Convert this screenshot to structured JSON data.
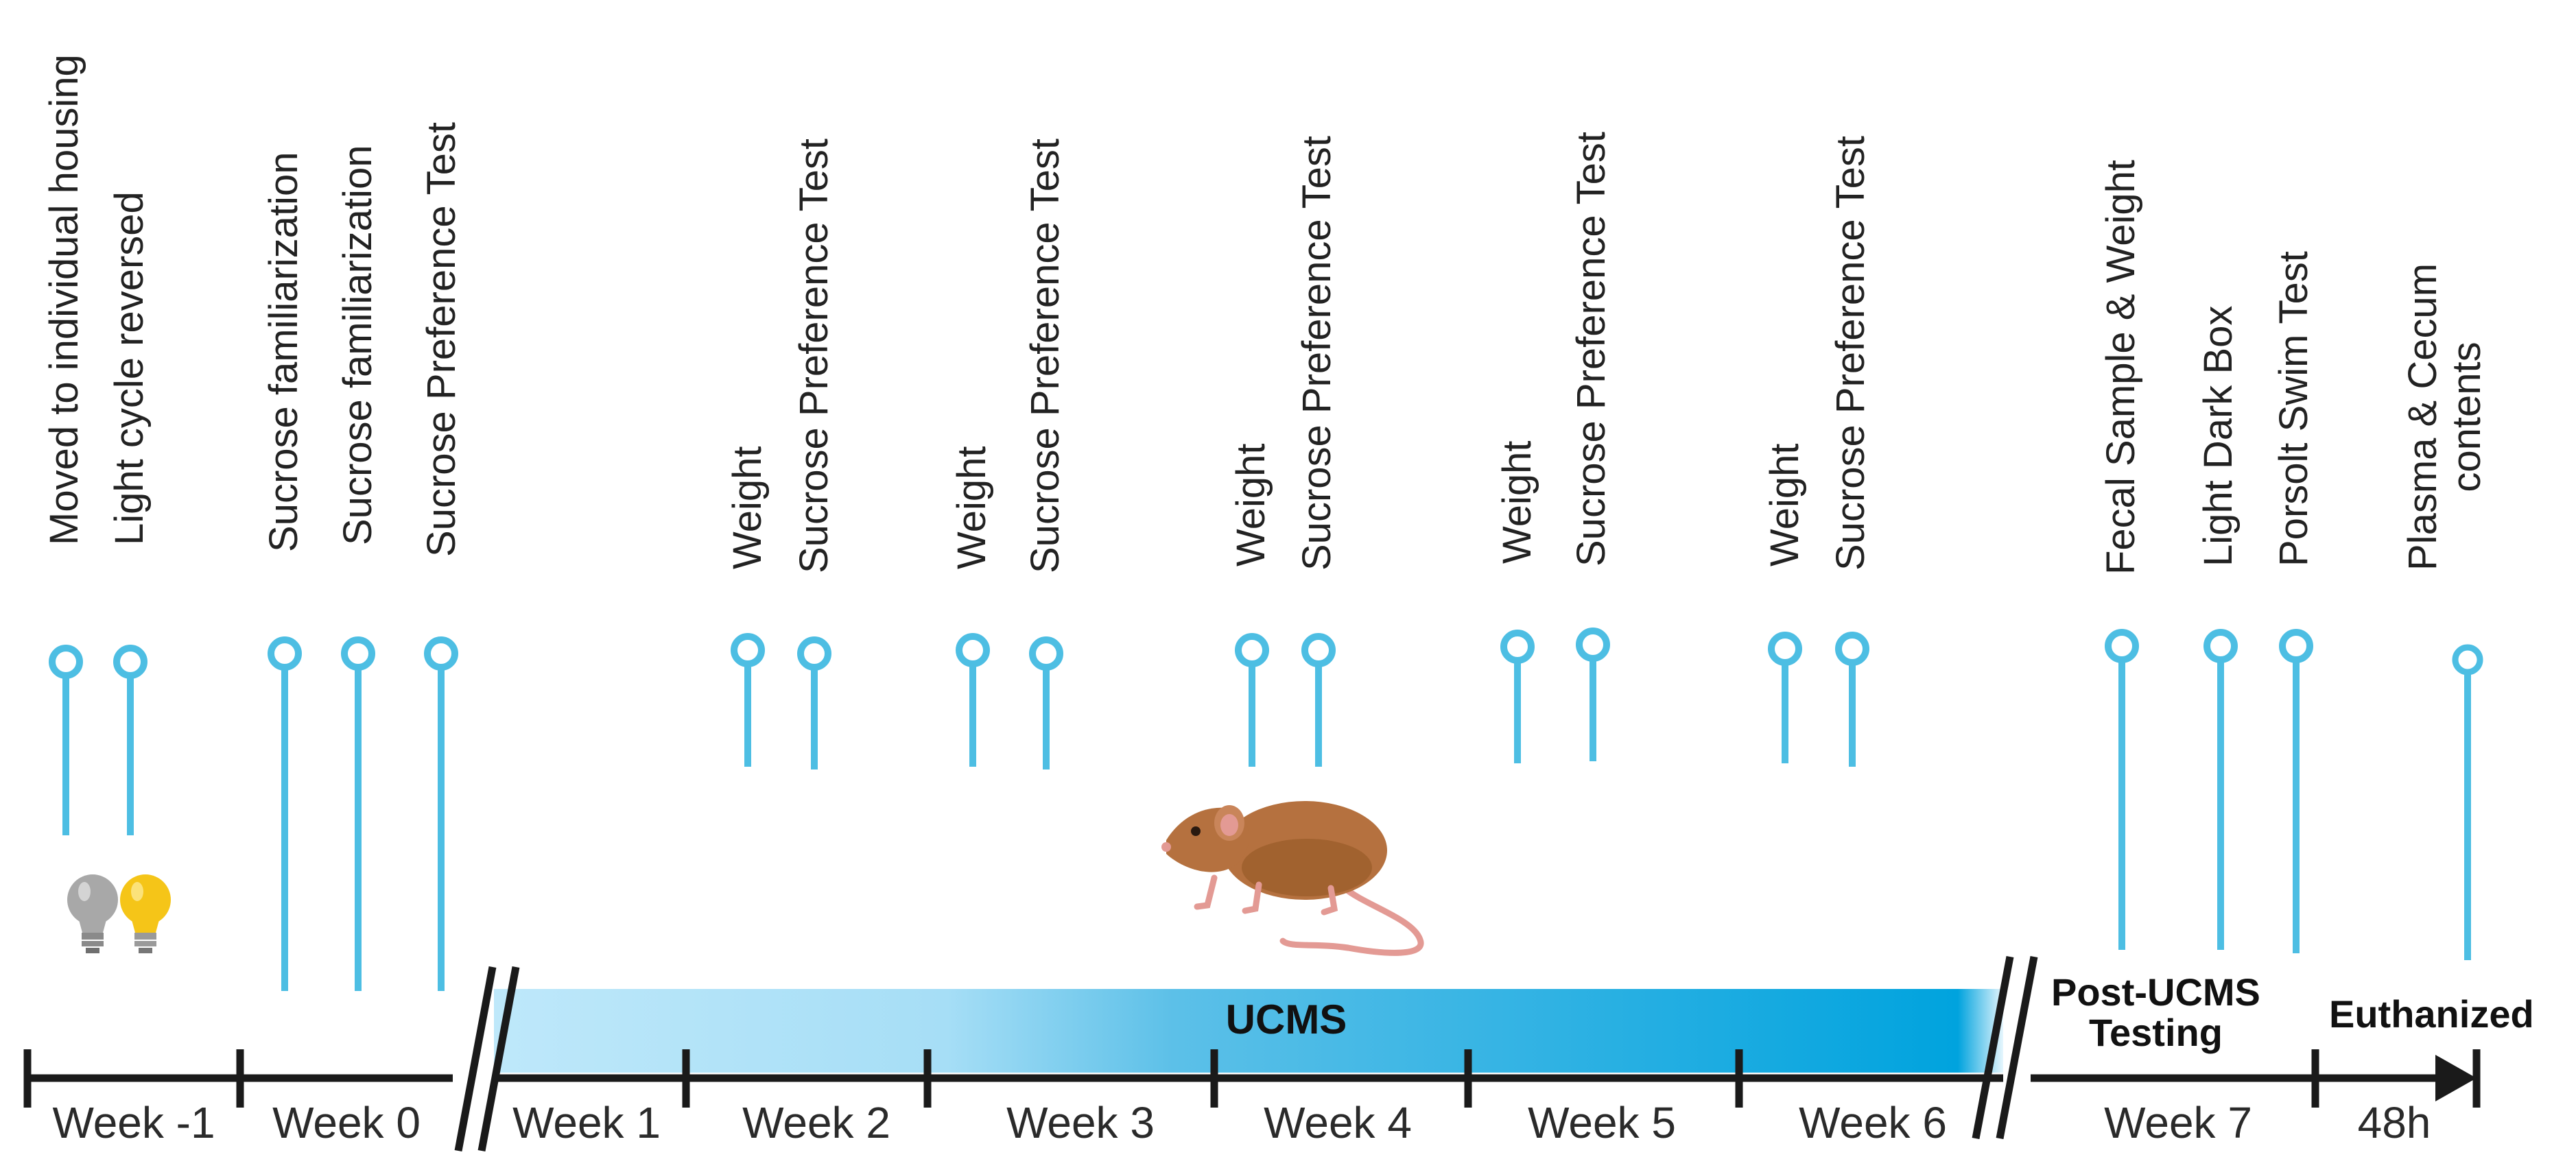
{
  "weeks": [
    {
      "label": "Week -1"
    },
    {
      "label": "Week 0"
    },
    {
      "label": "Week 1"
    },
    {
      "label": "Week 2"
    },
    {
      "label": "Week 3"
    },
    {
      "label": "Week 4"
    },
    {
      "label": "Week 5"
    },
    {
      "label": "Week 6"
    },
    {
      "label": "Week 7"
    },
    {
      "label": "48h"
    }
  ],
  "events": {
    "moved_housing": "Moved to individual housing",
    "light_cycle": "Light cycle reversed",
    "sucrose_fam_1": "Sucrose familiarization",
    "sucrose_fam_2": "Sucrose familiarization",
    "spt_week0": "Sucrose Preference Test",
    "w2_weight": "Weight",
    "w2_spt": "Sucrose Preference Test",
    "w3_weight": "Weight",
    "w3_spt": "Sucrose Preference Test",
    "w4_weight": "Weight",
    "w4_spt": "Sucrose Preference Test",
    "w5_weight": "Weight",
    "w5_spt": "Sucrose Preference Test",
    "w6_weight": "Weight",
    "w6_spt": "Sucrose Preference Test",
    "fecal": "Fecal Sample & Weight",
    "light_dark": "Light  Dark Box",
    "porsolt": "Porsolt Swim Test",
    "plasma_line1": "Plasma  & Cecum",
    "plasma_line2": "contents"
  },
  "phases": {
    "ucms": "UCMS",
    "post_ucms_line1": "Post-UCMS",
    "post_ucms_line2": "Testing",
    "euthanized": "Euthanized"
  },
  "icons": {
    "bulb_off": "lightbulb-off-icon",
    "bulb_on": "lightbulb-on-icon",
    "mouse": "mouse-illustration"
  },
  "colors": {
    "pin": "#4DBEE3",
    "ucms_light": "#C8ECFB",
    "ucms_dark": "#00A3DE",
    "axis": "#1a1a1a",
    "bulb_on": "#F5C518",
    "bulb_off": "#A8A8A8",
    "mouse_body": "#B5713F"
  }
}
